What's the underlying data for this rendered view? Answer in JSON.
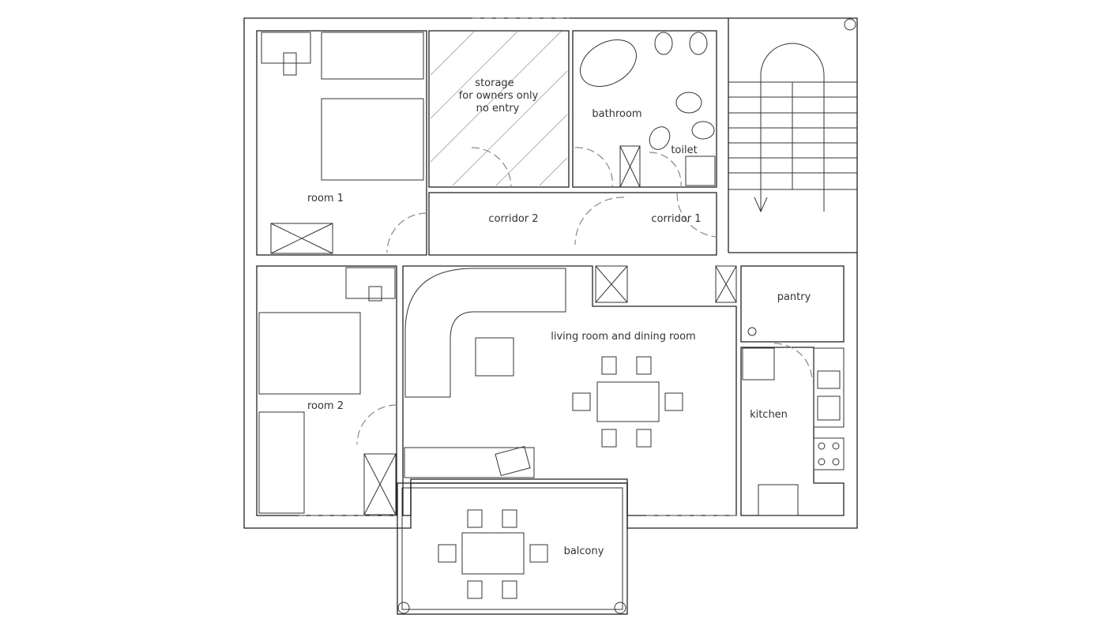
{
  "plan": {
    "rooms": {
      "room1": "room 1",
      "room2": "room 2",
      "storage_line1": "storage",
      "storage_line2": "for owners only",
      "storage_line3": "no entry",
      "bathroom": "bathroom",
      "toilet": "toilet",
      "corridor2": "corridor 2",
      "corridor1": "corridor 1",
      "living": "living room and dining room",
      "pantry": "pantry",
      "kitchen": "kitchen",
      "balcony": "balcony"
    },
    "colors": {
      "line": "#222222",
      "hatch": "#aaaaaa",
      "door": "#888888"
    }
  }
}
